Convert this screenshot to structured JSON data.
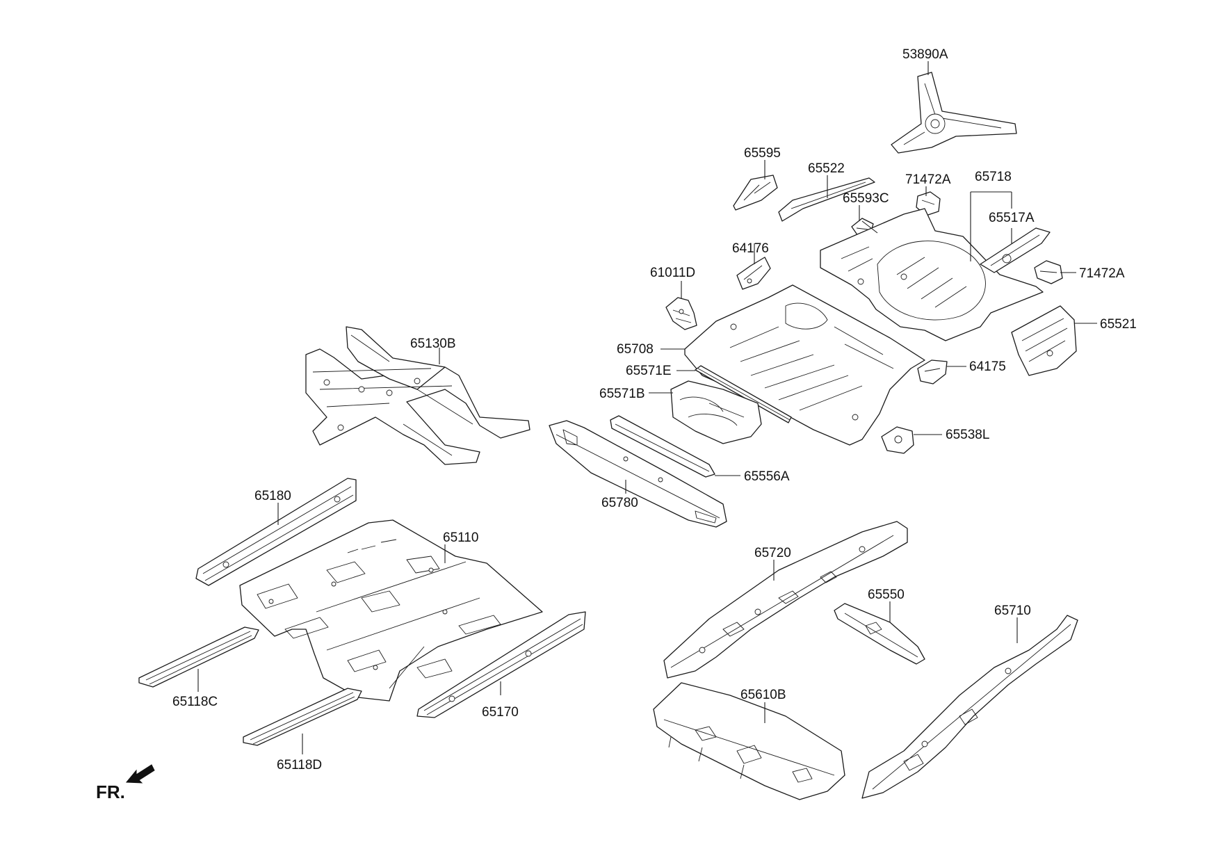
{
  "labels": {
    "p53890A": "53890A",
    "p65595": "65595",
    "p65522": "65522",
    "p71472A_top": "71472A",
    "p65718": "65718",
    "p65593C": "65593C",
    "p65517A": "65517A",
    "p64176": "64176",
    "p71472A_right": "71472A",
    "p61011D": "61011D",
    "p65521": "65521",
    "p65130B": "65130B",
    "p65708": "65708",
    "p65571E": "65571E",
    "p64175": "64175",
    "p65571B": "65571B",
    "p65538L": "65538L",
    "p65556A": "65556A",
    "p65780": "65780",
    "p65180": "65180",
    "p65110": "65110",
    "p65720": "65720",
    "p65550": "65550",
    "p65710": "65710",
    "p65118C": "65118C",
    "p65170": "65170",
    "p65610B": "65610B",
    "p65118D": "65118D"
  },
  "front_indicator": "FR."
}
